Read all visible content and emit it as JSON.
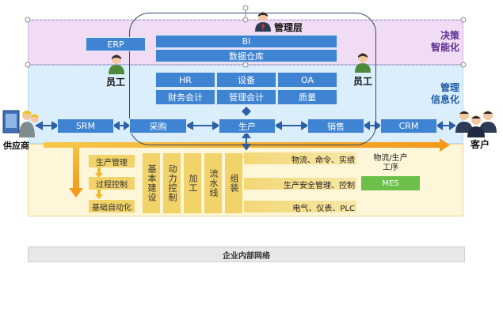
{
  "bands": {
    "top_label_line1": "决策",
    "top_label_line2": "智能化",
    "mid_label_line1": "管理",
    "mid_label_line2": "信息化"
  },
  "management_layer": "管理层",
  "erp": "ERP",
  "bi": "BI",
  "data_warehouse": "数据仓库",
  "employee_left": "员工",
  "employee_right": "员工",
  "mid_modules": {
    "row1": [
      "HR",
      "设备",
      "OA"
    ],
    "row2": [
      "财务会计",
      "管理会计",
      "质量"
    ]
  },
  "chain": [
    "SRM",
    "采购",
    "生产",
    "销售",
    "CRM"
  ],
  "supplier": "供应商",
  "customer": "客户",
  "levels": [
    "生产管理",
    "过程控制",
    "基础自动化"
  ],
  "columns": [
    "基本建设",
    "动力控制",
    "加工",
    "流水线",
    "组装"
  ],
  "strips": [
    "物流、命令、实绩",
    "生产安全管理、控制",
    "电气、仪表、PLC"
  ],
  "logistics_label_line1": "物流/生产",
  "logistics_label_line2": "工序",
  "mes": "MES",
  "footer": "企业内部网络",
  "colors": {
    "module_blue": "#3f84d2",
    "arrow_blue": "#2c5fa8",
    "decision_band": "#f1dcf5",
    "info_band": "#dbeefb",
    "production_band": "#fdf6d8",
    "yellow_block": "#f2d36a",
    "mes_green": "#6cc04a",
    "label_purple": "#5b2d91"
  }
}
